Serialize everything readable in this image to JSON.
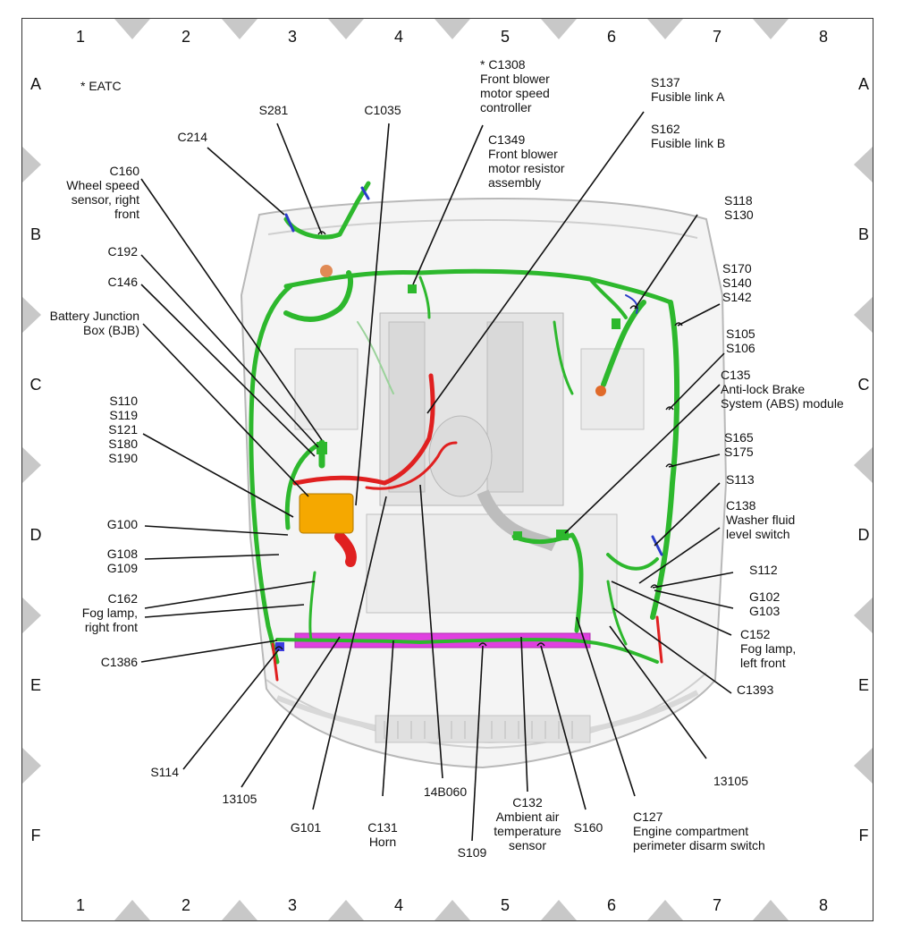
{
  "grid": {
    "columns": [
      "1",
      "2",
      "3",
      "4",
      "5",
      "6",
      "7",
      "8"
    ],
    "rows": [
      "A",
      "B",
      "C",
      "D",
      "E",
      "F"
    ]
  },
  "legend": {
    "note": "* EATC"
  },
  "callouts": [
    {
      "id": "c214",
      "lines": [
        "C214"
      ]
    },
    {
      "id": "s281",
      "lines": [
        "S281"
      ]
    },
    {
      "id": "c1035",
      "lines": [
        "C1035"
      ]
    },
    {
      "id": "c1308",
      "lines": [
        "* C1308",
        "Front blower",
        "motor speed",
        "controller"
      ]
    },
    {
      "id": "c1349",
      "lines": [
        "C1349",
        "Front blower",
        "motor resistor",
        "assembly"
      ]
    },
    {
      "id": "s137",
      "lines": [
        "S137",
        "Fusible link A"
      ]
    },
    {
      "id": "s162",
      "lines": [
        "S162",
        "Fusible link B"
      ]
    },
    {
      "id": "c160",
      "lines": [
        "C160",
        "Wheel speed",
        "sensor, right",
        "front"
      ]
    },
    {
      "id": "c192",
      "lines": [
        "C192"
      ]
    },
    {
      "id": "c146",
      "lines": [
        "C146"
      ]
    },
    {
      "id": "bjb",
      "lines": [
        "Battery Junction",
        "Box (BJB)"
      ]
    },
    {
      "id": "s110",
      "lines": [
        "S110",
        "S119",
        "S121",
        "S180",
        "S190"
      ]
    },
    {
      "id": "g100",
      "lines": [
        "G100"
      ]
    },
    {
      "id": "g108",
      "lines": [
        "G108",
        "G109"
      ]
    },
    {
      "id": "c162",
      "lines": [
        "C162",
        "Fog lamp,",
        "right front"
      ]
    },
    {
      "id": "c1386",
      "lines": [
        "C1386"
      ]
    },
    {
      "id": "s118",
      "lines": [
        "S118",
        "S130"
      ]
    },
    {
      "id": "s170",
      "lines": [
        "S170",
        "S140",
        "S142"
      ]
    },
    {
      "id": "s105",
      "lines": [
        "S105",
        "S106"
      ]
    },
    {
      "id": "c135",
      "lines": [
        "C135",
        "Anti-lock Brake",
        "System (ABS) module"
      ]
    },
    {
      "id": "s165",
      "lines": [
        "S165",
        "S175"
      ]
    },
    {
      "id": "s113",
      "lines": [
        "S113"
      ]
    },
    {
      "id": "c138",
      "lines": [
        "C138",
        "Washer fluid",
        "level switch"
      ]
    },
    {
      "id": "s112",
      "lines": [
        "S112"
      ]
    },
    {
      "id": "g102",
      "lines": [
        "G102",
        "G103"
      ]
    },
    {
      "id": "c152",
      "lines": [
        "C152",
        "Fog lamp,",
        "left front"
      ]
    },
    {
      "id": "c1393",
      "lines": [
        "C1393"
      ]
    },
    {
      "id": "s114",
      "lines": [
        "S114"
      ]
    },
    {
      "id": "n13105a",
      "lines": [
        "13105"
      ]
    },
    {
      "id": "g101",
      "lines": [
        "G101"
      ]
    },
    {
      "id": "c131",
      "lines": [
        "C131",
        "Horn"
      ]
    },
    {
      "id": "n14b060",
      "lines": [
        "14B060"
      ]
    },
    {
      "id": "s109",
      "lines": [
        "S109"
      ]
    },
    {
      "id": "c132",
      "lines": [
        "C132",
        "Ambient air",
        "temperature",
        "sensor"
      ]
    },
    {
      "id": "s160",
      "lines": [
        "S160"
      ]
    },
    {
      "id": "c127",
      "lines": [
        "C127",
        "Engine compartment",
        "perimeter disarm switch"
      ]
    },
    {
      "id": "n13105b",
      "lines": [
        "13105"
      ]
    }
  ],
  "colors": {
    "harness_green": "#2db82d",
    "power_red": "#e02020",
    "bjb_orange": "#f5a800",
    "bumper_magenta": "#e040e0",
    "connector_blue": "#2a3cc8",
    "marker_gray": "#c8c8c8"
  }
}
